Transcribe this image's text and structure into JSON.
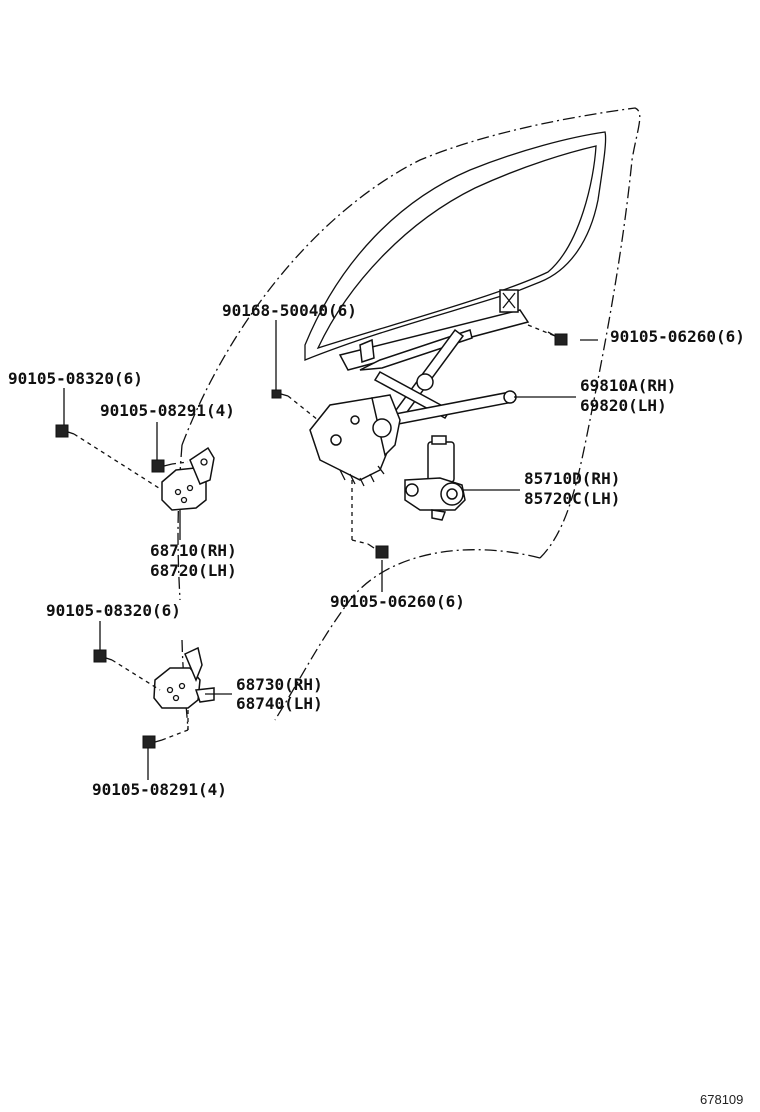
{
  "labels": {
    "bolt_top": "90168-50040(6)",
    "bolt_right": "90105-06260(6)",
    "regulator_rh": "69810A(RH)",
    "regulator_lh": "69820(LH)",
    "bolt_upper_hinge_outer": "90105-08320(6)",
    "bolt_upper_hinge_inner": "90105-08291(4)",
    "motor_rh": "85710D(RH)",
    "motor_lh": "85720C(LH)",
    "upper_hinge_rh": "68710(RH)",
    "upper_hinge_lh": "68720(LH)",
    "bolt_bottom_center": "90105-06260(6)",
    "bolt_lower_hinge_outer": "90105-08320(6)",
    "lower_hinge_rh": "68730(RH)",
    "lower_hinge_lh": "68740(LH)",
    "bolt_lower_hinge_inner": "90105-08291(4)"
  },
  "diagram_code": "678109"
}
